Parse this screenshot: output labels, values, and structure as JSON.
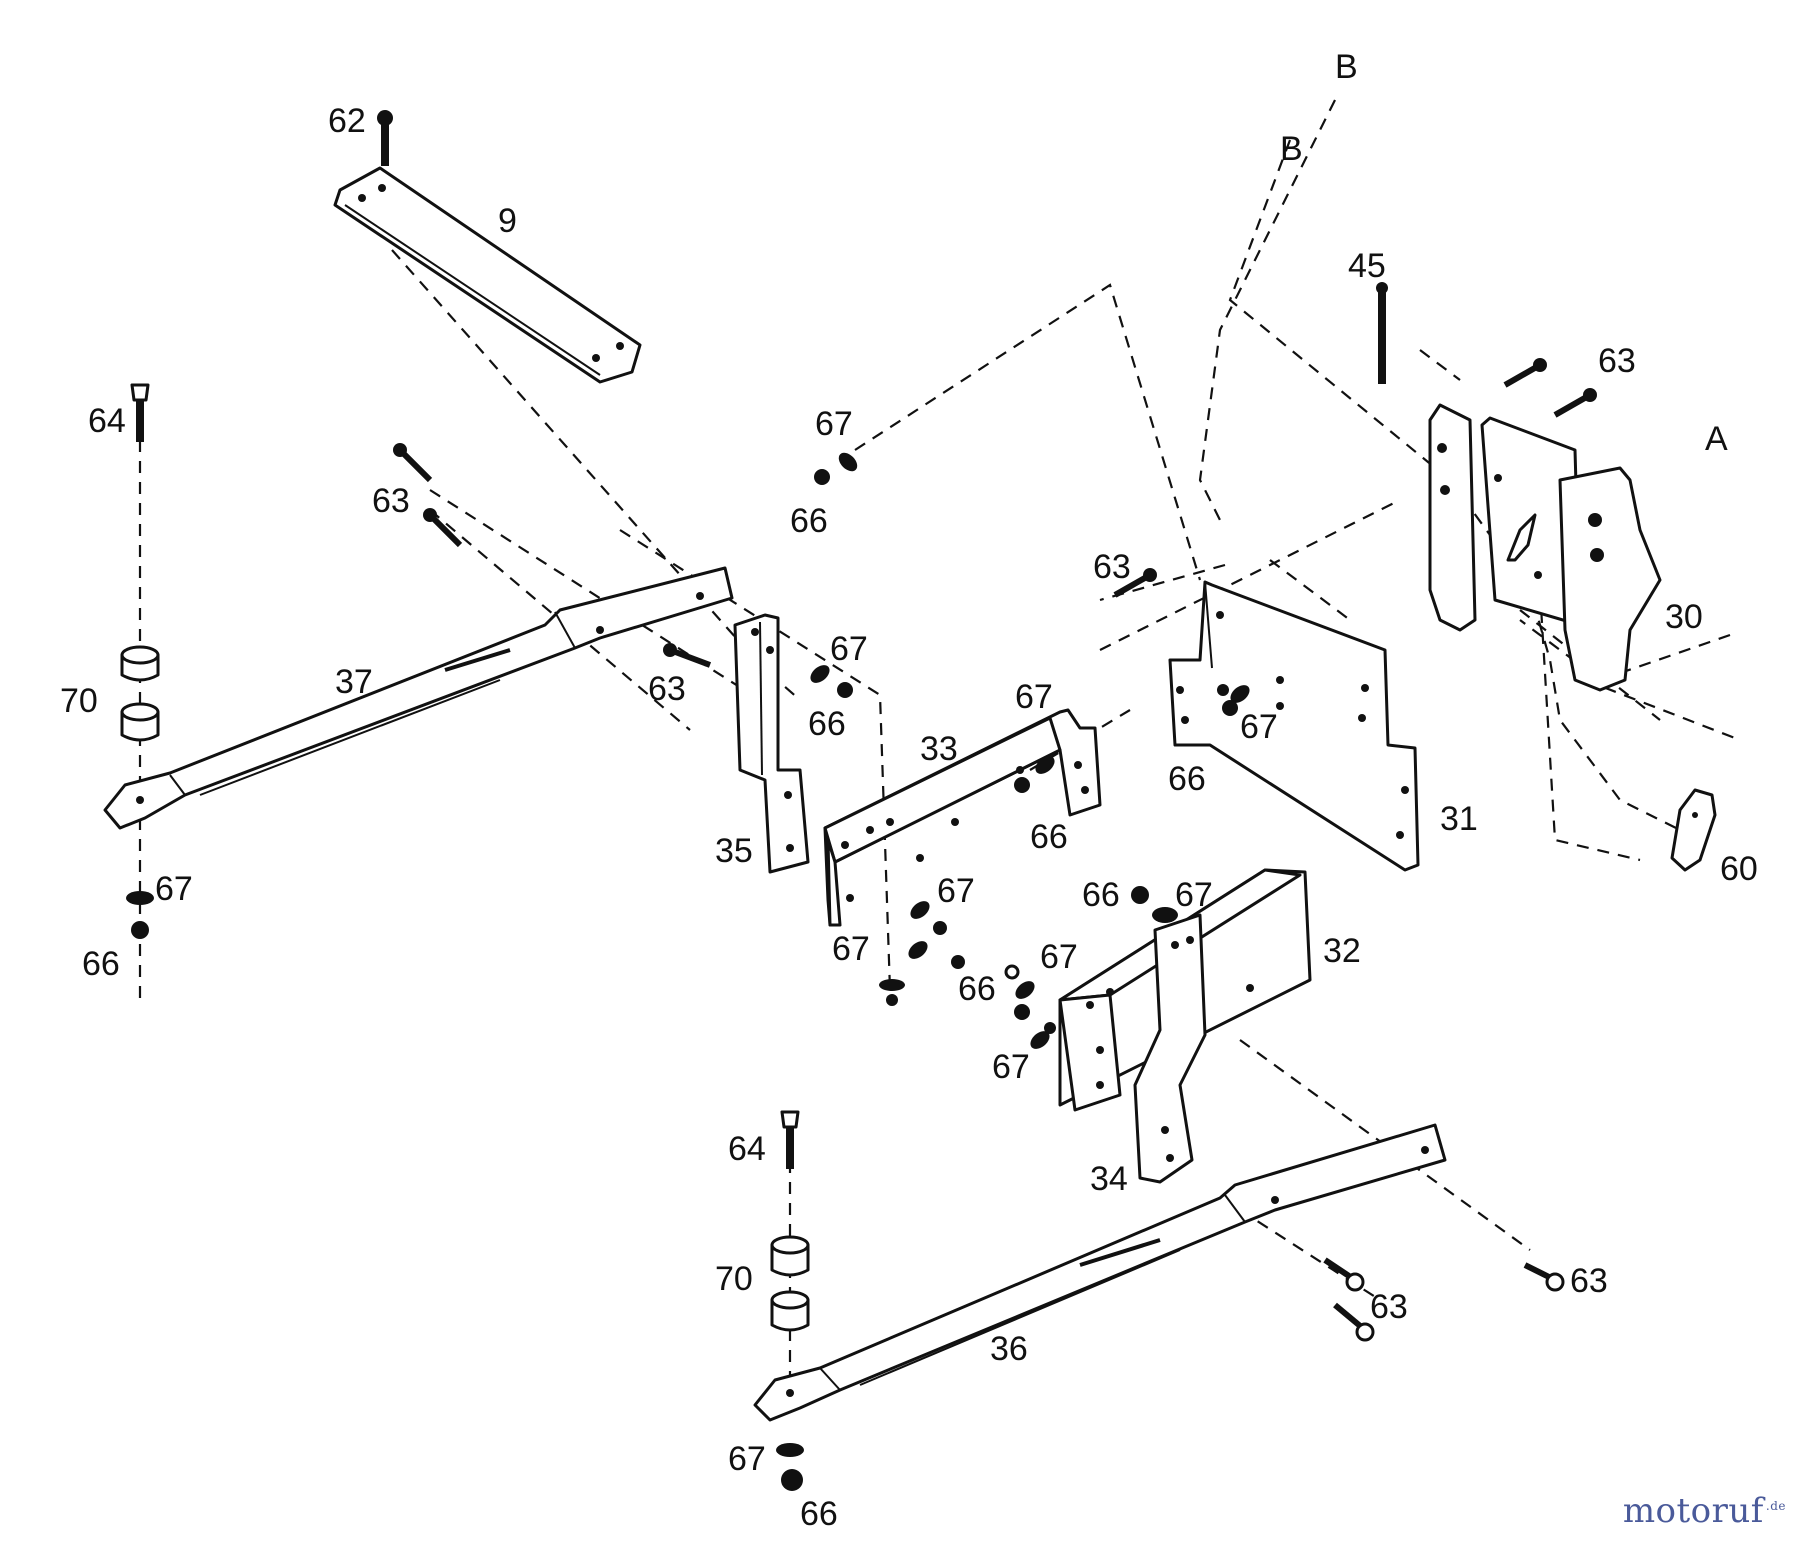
{
  "labels": {
    "l62": "62",
    "l9": "9",
    "lB1": "B",
    "lB2": "B",
    "l45": "45",
    "l63a": "63",
    "lA": "A",
    "l64a": "64",
    "l63b": "63",
    "l67a": "67",
    "l66a": "66",
    "l63c": "63",
    "l30": "30",
    "l37": "37",
    "l70a": "70",
    "l63d": "63",
    "l67b": "67",
    "l66b": "66",
    "l67c": "67",
    "l33": "33",
    "l67d": "67",
    "l66c": "66",
    "l31": "31",
    "l35": "35",
    "l66d": "66",
    "l67e": "67",
    "l66e": "66",
    "l67f": "67",
    "l67g": "67",
    "l66f": "66",
    "l67h": "67",
    "l32": "32",
    "l67i": "67",
    "l66g": "66",
    "l60": "60",
    "l67j": "67",
    "l34": "34",
    "l64b": "64",
    "l70b": "70",
    "l63e": "63",
    "l63f": "63",
    "l36": "36",
    "l67k": "67",
    "l66h": "66"
  },
  "brand": {
    "name": "motoruf",
    "suffix": ".de"
  }
}
